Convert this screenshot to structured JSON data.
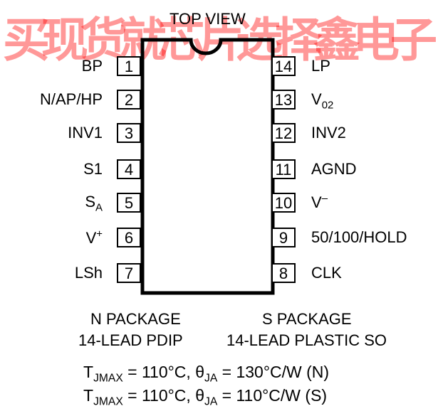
{
  "title": "TOP VIEW",
  "watermark_chars": [
    "买",
    "现",
    "货",
    "就",
    "芯",
    "片",
    "选",
    "择",
    "鑫",
    "电",
    "子"
  ],
  "colors": {
    "watermark": "#ff0000",
    "outline": "#000000",
    "background": "#ffffff"
  },
  "left_pins": [
    {
      "number": "1",
      "label": "BP"
    },
    {
      "number": "2",
      "label": "N/AP/HP"
    },
    {
      "number": "3",
      "label": "INV1"
    },
    {
      "number": "4",
      "label": "S1"
    },
    {
      "number": "5",
      "label_main": "S",
      "label_sub": "A"
    },
    {
      "number": "6",
      "label_main": "V",
      "label_sup": "+"
    },
    {
      "number": "7",
      "label": "LSh"
    }
  ],
  "right_pins": [
    {
      "number": "14",
      "label": "LP"
    },
    {
      "number": "13",
      "label_main": "V",
      "label_sub": "02"
    },
    {
      "number": "12",
      "label": "INV2"
    },
    {
      "number": "11",
      "label": "AGND"
    },
    {
      "number": "10",
      "label_main": "V",
      "label_sup": "–"
    },
    {
      "number": "9",
      "label": "50/100/HOLD"
    },
    {
      "number": "8",
      "label": "CLK"
    }
  ],
  "packages": {
    "n": {
      "line1": "N PACKAGE",
      "line2": "14-LEAD PDIP"
    },
    "s": {
      "line1": "S PACKAGE",
      "line2": "14-LEAD PLASTIC SO"
    }
  },
  "thermal": [
    {
      "t_main": "T",
      "t_sub": "JMAX",
      "eq": " = 110°C, ",
      "theta": "θ",
      "theta_sub": "JA",
      "value": " = 130°C/W (N)"
    },
    {
      "t_main": "T",
      "t_sub": "JMAX",
      "eq": " = 110°C, ",
      "theta": "θ",
      "theta_sub": "JA",
      "value": " = 110°C/W (S)"
    }
  ]
}
